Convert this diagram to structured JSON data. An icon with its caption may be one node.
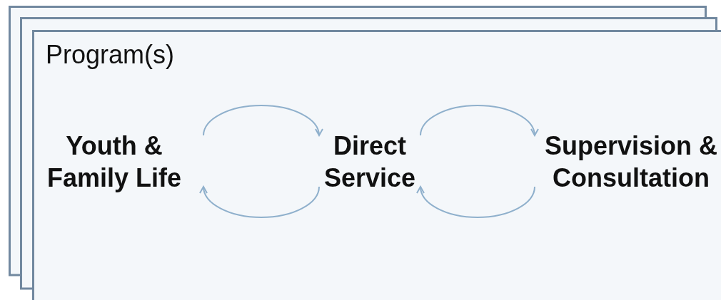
{
  "diagram": {
    "nodes": [
      {
        "text": [
          "Program(s)"
        ]
      },
      {
        "text": [
          "Youth & Family Life"
        ],
        "in": 0
      },
      {
        "text": [
          "Direct Service"
        ],
        "in": 0
      },
      {
        "text": [
          "Supervision & Consultation"
        ],
        "in": 0
      }
    ],
    "edges": [
      {
        "from": 1,
        "to": 2,
        "arrow": "to"
      },
      {
        "from": 2,
        "to": 1,
        "arrow": "to"
      },
      {
        "from": 2,
        "to": 3,
        "arrow": "to"
      },
      {
        "from": 3,
        "to": 2,
        "arrow": "to"
      }
    ]
  }
}
